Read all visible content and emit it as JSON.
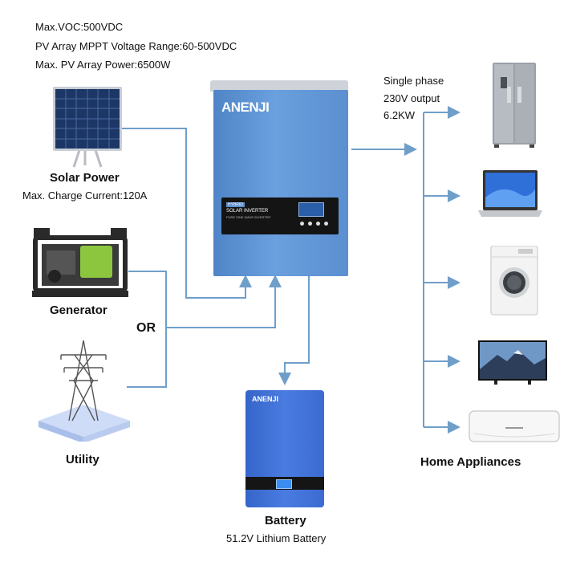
{
  "specs": {
    "voc": "Max.VOC:500VDC",
    "mppt": "PV Array MPPT Voltage Range:60-500VDC",
    "power": "Max. PV Array Power:6500W"
  },
  "solar": {
    "title": "Solar Power",
    "subtitle": "Max. Charge Current:120A"
  },
  "generator": {
    "title": "Generator"
  },
  "or_label": "OR",
  "utility": {
    "title": "Utility"
  },
  "battery": {
    "title": "Battery",
    "subtitle": "51.2V Lithium Battery",
    "brand": "ANENJI"
  },
  "output": {
    "line1": "Single phase",
    "line2": "230V output",
    "line3": "6.2KW"
  },
  "appliances": {
    "title": "Home Appliances"
  },
  "inverter": {
    "brand": "ANENJI",
    "badge": "HYBRID",
    "model": "SOLAR INVERTER",
    "tagline": "PURE SINE WAVE INVERTER"
  },
  "colors": {
    "wire": "#6f9fc9",
    "inverter_body": "#5b8fd0",
    "battery_body": "#3f6fd6"
  }
}
